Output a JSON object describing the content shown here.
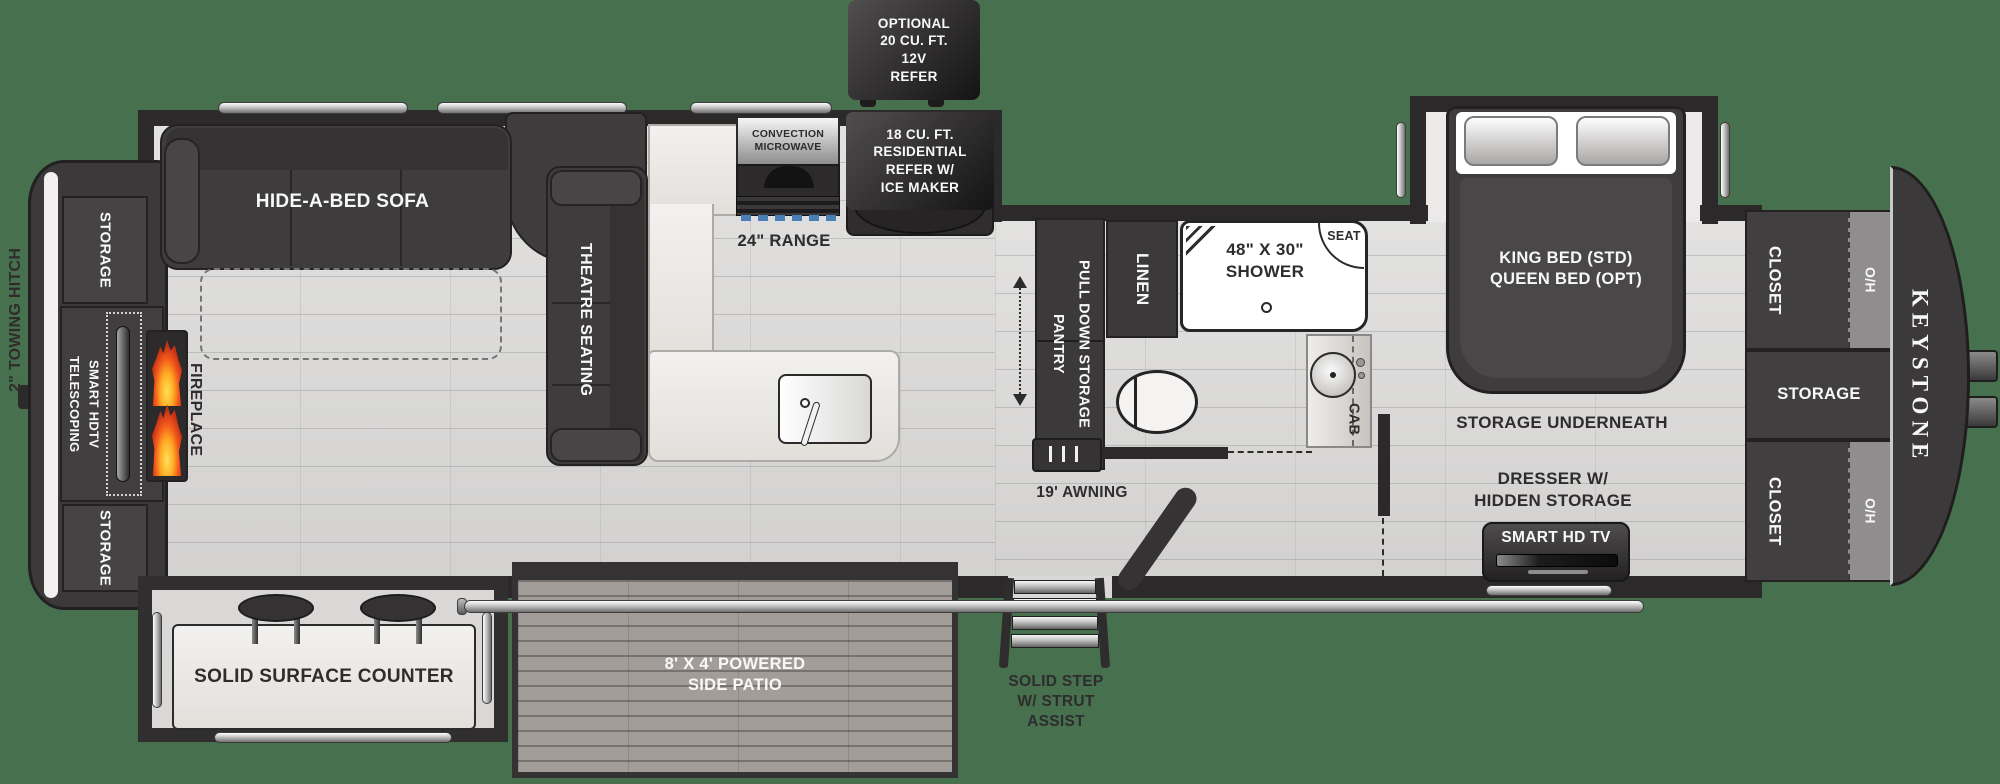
{
  "colors": {
    "background": "#47704F",
    "wall": "#2b292a",
    "furniture": "#3e3c3d",
    "floor": "#d9d8d7",
    "counter": "#efedea",
    "overhead_gray": "#8f8d8e",
    "flame": "#f2581c",
    "text_dark": "#2e2c2d",
    "text_light": "#f8f8f8",
    "burner_blue": "#4a7fb5"
  },
  "exterior": {
    "towing_hitch": "2\" TOWING HITCH",
    "optional_refer": "OPTIONAL\n20 CU. FT.\n12V\nREFER",
    "awning": "19' AWNING",
    "solid_step": "SOLID STEP\nW/ STRUT ASSIST",
    "patio": "8' X 4' POWERED\nSIDE PATIO",
    "keystone": "KEYSTONE"
  },
  "rear_cap": {
    "storage_top": "STORAGE",
    "tv": "TELESCOPING\nSMART HDTV",
    "storage_bottom": "STORAGE"
  },
  "living": {
    "sofa": "HIDE-A-BED SOFA",
    "theatre": "THEATRE SEATING",
    "fireplace": "FIREPLACE"
  },
  "kitchen": {
    "microwave": "CONVECTION\nMICROWAVE",
    "range": "24\" RANGE",
    "refer": "18 CU. FT.\nRESIDENTIAL\nREFER W/\nICE MAKER",
    "pantry": "PULL DOWN STORAGE\nPANTRY",
    "counter_slide": "SOLID SURFACE COUNTER"
  },
  "bath": {
    "linen": "LINEN",
    "shower": "48\" X 30\"\nSHOWER",
    "seat": "SEAT",
    "cab": "CAB"
  },
  "bedroom": {
    "bed": "KING BED (STD)\nQUEEN BED (OPT)",
    "storage_underneath": "STORAGE UNDERNEATH",
    "dresser": "DRESSER W/\nHIDDEN STORAGE",
    "tv": "SMART HD TV"
  },
  "front_cap": {
    "closet_top": "CLOSET",
    "oh_top": "O/H",
    "storage": "STORAGE",
    "closet_bottom": "CLOSET",
    "oh_bottom": "O/H"
  }
}
